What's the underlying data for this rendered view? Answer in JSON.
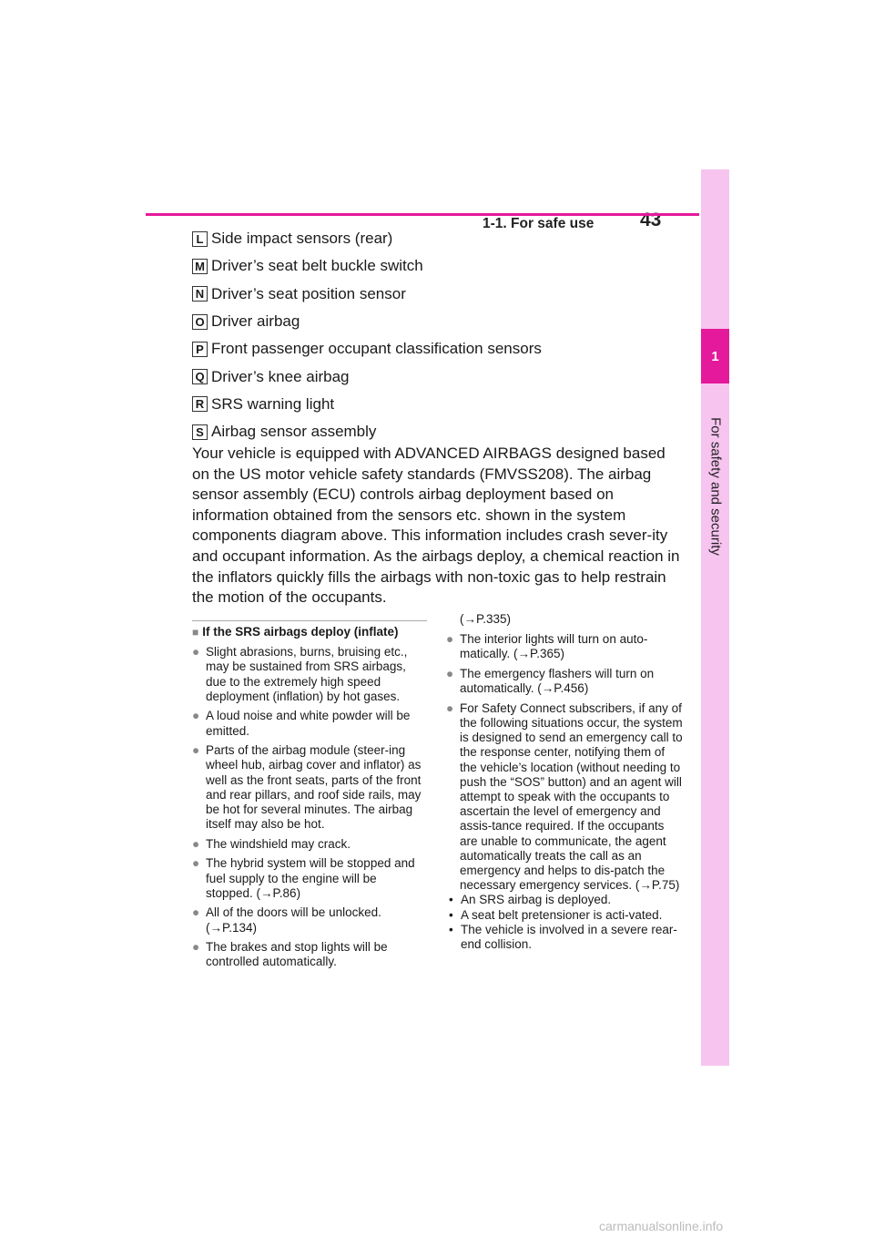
{
  "header": {
    "section": "1-1. For safe use",
    "page_number": "43"
  },
  "side_tab": {
    "chapter_number": "1",
    "chapter_title": "For safety and security"
  },
  "components": [
    {
      "letter": "L",
      "label": "Side impact sensors (rear)"
    },
    {
      "letter": "M",
      "label": "Driver’s seat belt buckle switch"
    },
    {
      "letter": "N",
      "label": "Driver’s seat position sensor"
    },
    {
      "letter": "O",
      "label": "Driver airbag"
    },
    {
      "letter": "P",
      "label": "Front passenger occupant classification sensors"
    },
    {
      "letter": "Q",
      "label": "Driver’s knee airbag"
    },
    {
      "letter": "R",
      "label": "SRS warning light"
    },
    {
      "letter": "S",
      "label": "Airbag sensor assembly"
    }
  ],
  "intro": "Your vehicle is equipped with ADVANCED AIRBAGS designed based on the US motor vehicle safety standards (FMVSS208). The airbag sensor assembly (ECU) controls airbag deployment based on information obtained from the sensors etc. shown in the system components diagram above. This information includes crash sever-ity and occupant information. As the airbags deploy, a chemical reaction in the inflators quickly fills the airbags with non-toxic gas to help restrain the motion of the occupants.",
  "left_column": {
    "heading": "If the SRS airbags deploy (inflate)",
    "bullets": [
      "Slight abrasions, burns, bruising etc., may be sustained from SRS airbags, due to the extremely high speed deployment (inflation) by hot gases.",
      "A loud noise and white powder will be emitted.",
      "Parts of the airbag module (steer-ing wheel hub, airbag cover and inflator) as well as the front seats, parts of the front and rear pillars, and roof side rails, may be hot for several minutes. The airbag itself may also be hot.",
      "The windshield may crack.",
      "The hybrid system will be stopped and fuel supply to the engine will be stopped. (→P.86)",
      "All of the doors will be unlocked. (→P.134)",
      "The brakes and stop lights will be controlled automatically."
    ]
  },
  "right_column": {
    "continuation": "(→P.335)",
    "bullets": [
      "The interior lights will turn on auto-matically. (→P.365)",
      "The emergency flashers will turn on automatically. (→P.456)",
      "For Safety Connect subscribers, if any of the following situations occur, the system is designed to send an emergency call to the response center, notifying them of the vehicle’s location (without needing to push the “SOS” button) and an agent will attempt to speak with the occupants to ascertain the level of emergency and assis-tance required. If the occupants are unable to communicate, the agent automatically treats the call as an emergency and helps to dis-patch the necessary emergency services. (→P.75)"
    ],
    "sub_bullets": [
      "An SRS airbag is deployed.",
      "A seat belt pretensioner is acti-vated.",
      "The vehicle is involved in a severe rear-end collision."
    ]
  },
  "watermark": "carmanualsonline.info"
}
